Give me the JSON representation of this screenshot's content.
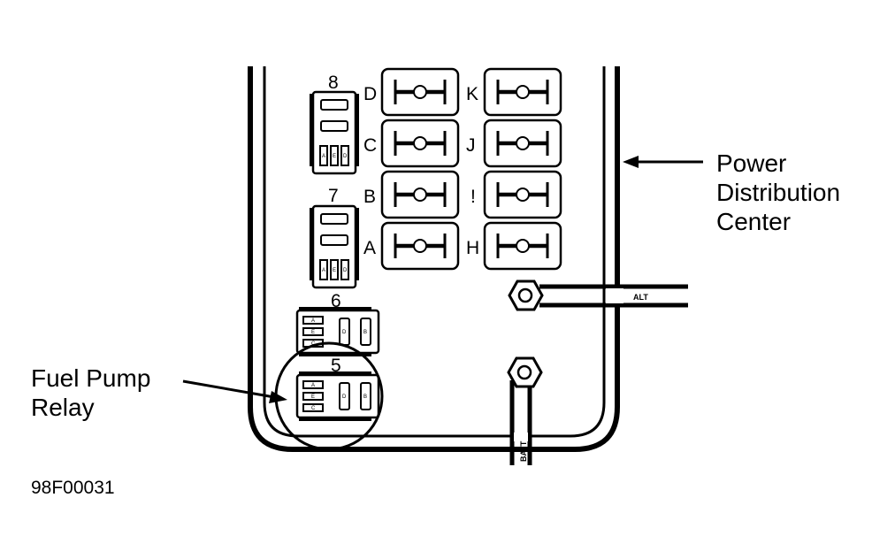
{
  "callouts": {
    "pdc": [
      "Power",
      "Distribution",
      "Center"
    ],
    "relay": [
      "Fuel Pump",
      "Relay"
    ]
  },
  "figure_id": "98F00031",
  "relay_numbers": [
    "8",
    "7",
    "6",
    "5"
  ],
  "fuse_letters": {
    "left": [
      "D",
      "C",
      "B",
      "A"
    ],
    "right": [
      "K",
      "J",
      "!",
      "H"
    ]
  },
  "cables": {
    "alt": "ALT",
    "batt": "BATT"
  },
  "relay_pins": {
    "vertical": [
      "A",
      "E",
      "D"
    ],
    "horizontal": [
      "A",
      "E",
      "C",
      "D",
      "B"
    ]
  }
}
